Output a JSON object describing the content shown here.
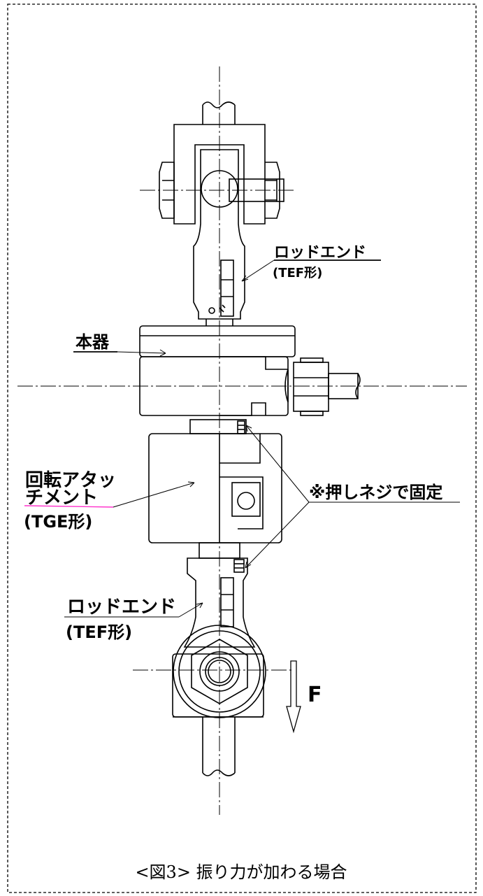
{
  "labels": {
    "rod_end_top_name": "ロッドエンド",
    "rod_end_top_type": "(TEF形)",
    "main_body": "本器",
    "rotary_attachment_line1": "回転アタッ",
    "rotary_attachment_line2": "チメント",
    "rotary_attachment_type": "(TGE形)",
    "set_screw_note": "※押しネジで固定",
    "rod_end_bottom_name": "ロッドエンド",
    "rod_end_bottom_type": "(TEF形)",
    "force": "F"
  },
  "caption": "<図3> 振り力が加わる場合",
  "colors": {
    "line": "#000000",
    "accent_underline": "#ff33cc"
  }
}
